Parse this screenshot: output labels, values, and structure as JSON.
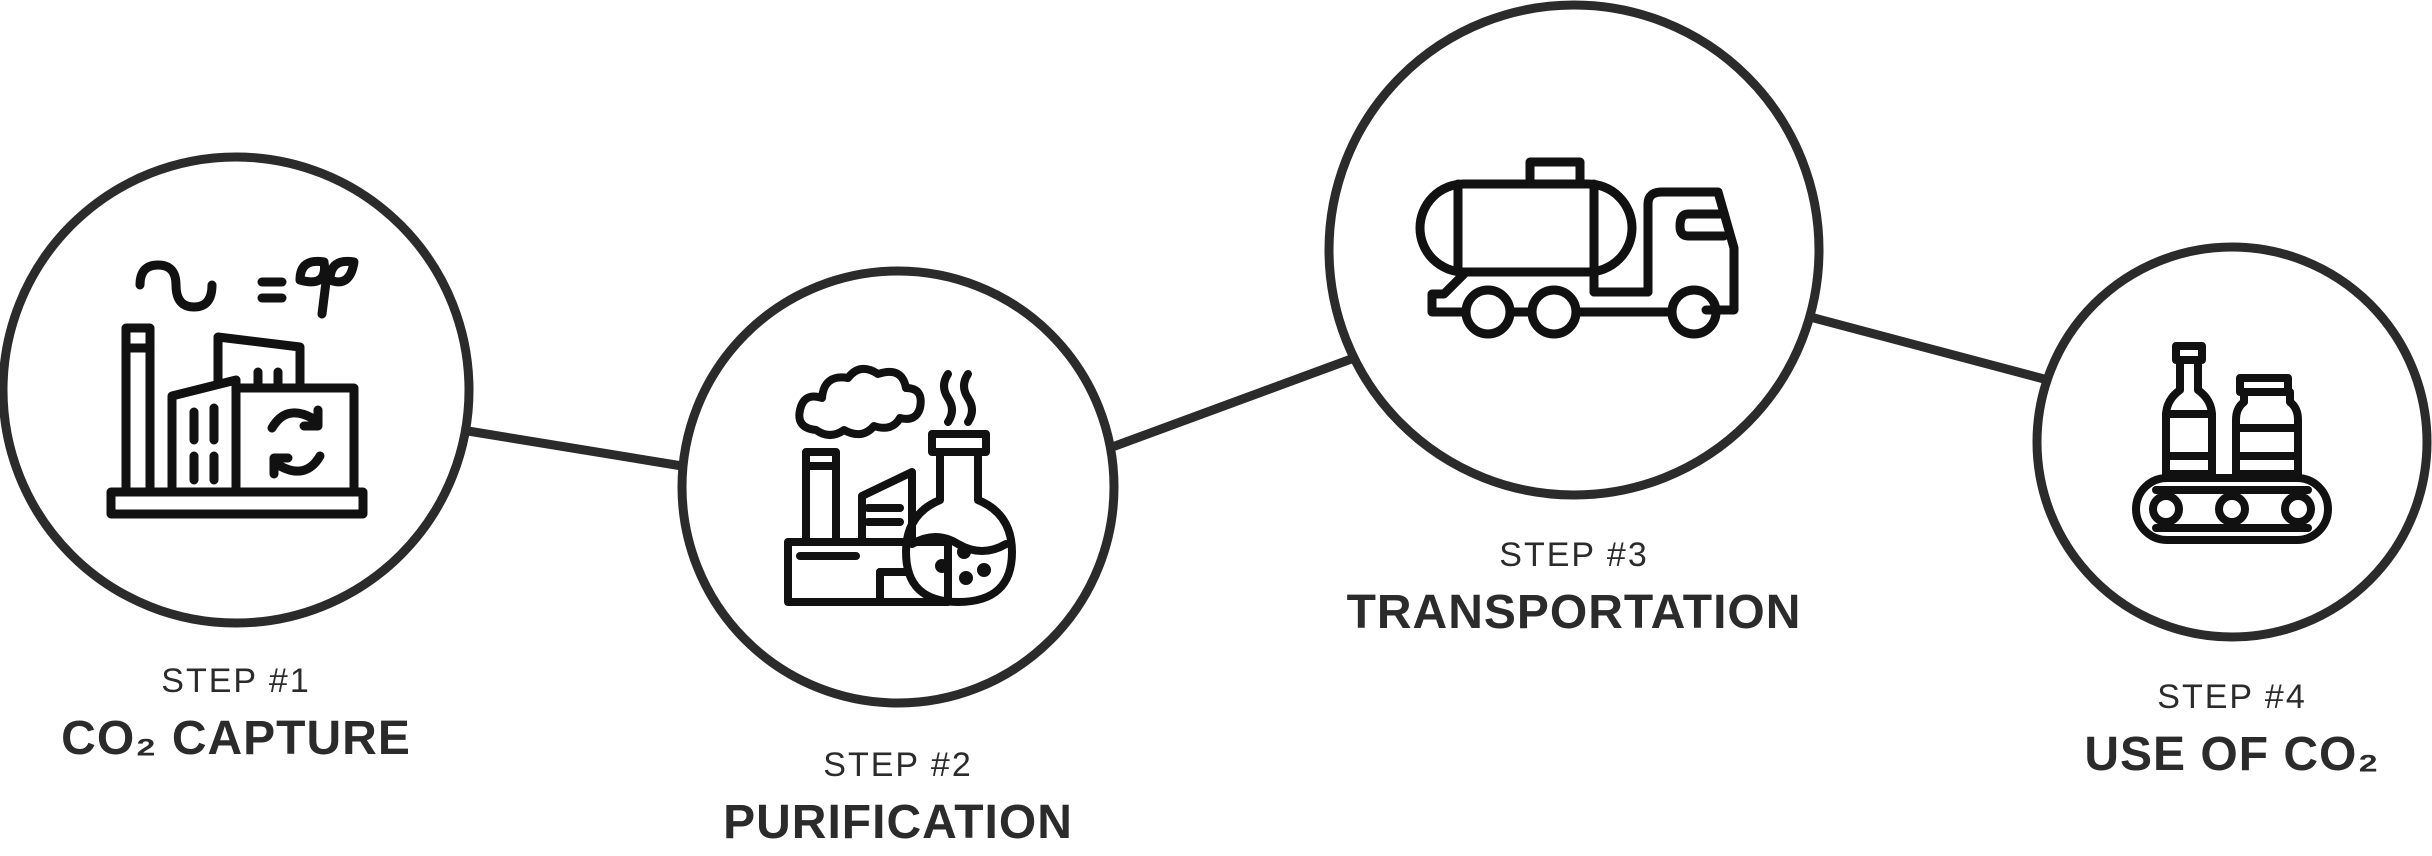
{
  "diagram": {
    "line_color": "#2b2b2b",
    "background": "#ffffff",
    "steps": [
      {
        "label": "STEP #1",
        "title": "CO₂ CAPTURE",
        "icon": "factory-co2-capture-icon"
      },
      {
        "label": "STEP #2",
        "title": "PURIFICATION",
        "icon": "factory-flask-icon"
      },
      {
        "label": "STEP #3",
        "title": "TRANSPORTATION",
        "icon": "tanker-truck-icon"
      },
      {
        "label": "STEP #4",
        "title": "USE OF CO₂",
        "icon": "bottles-conveyor-icon"
      }
    ]
  }
}
